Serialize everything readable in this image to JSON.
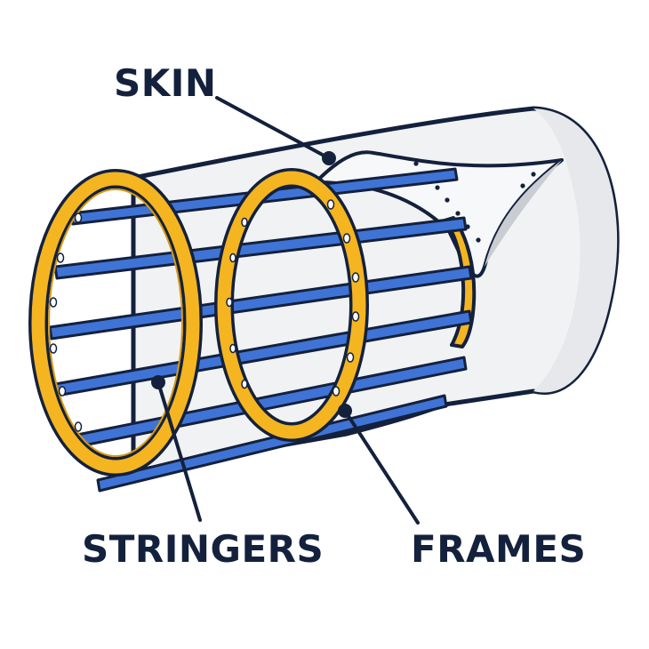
{
  "labels": {
    "skin": "SKIN",
    "stringers": "STRINGERS",
    "frames": "FRAMES"
  },
  "colors": {
    "outline": "#14213d",
    "frame_fill": "#f4b521",
    "frame_dark": "#d99a12",
    "stringer_fill": "#3f74d6",
    "stringer_dark": "#2a55a8",
    "skin_fill": "#f1f2f4",
    "skin_shade": "#dcdee2",
    "background": "#ffffff"
  },
  "parts": {
    "frame_count": 3,
    "stringer_count": 6
  }
}
